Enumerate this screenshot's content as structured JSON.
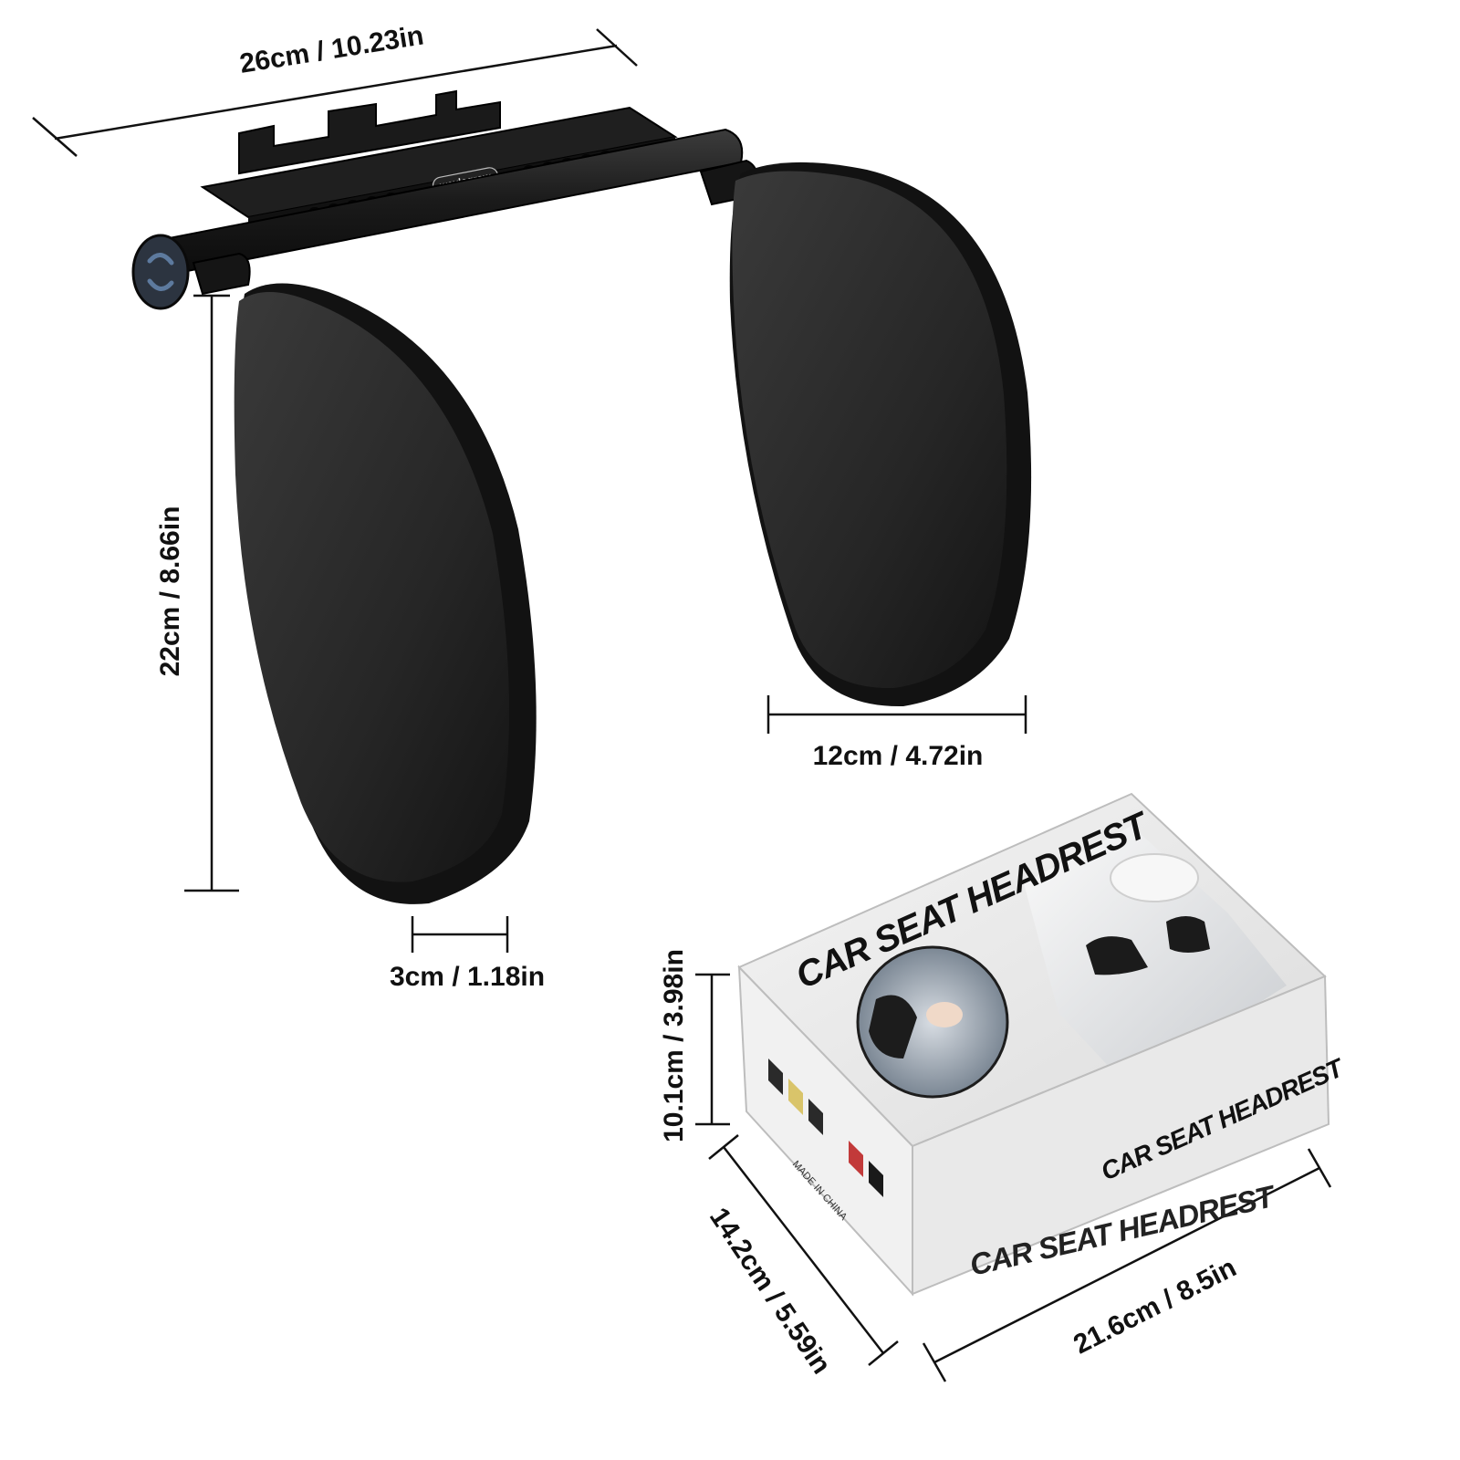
{
  "colors": {
    "product": "#2b2b2b",
    "product_dark": "#151515",
    "line": "#111111",
    "box_side": "#efefef",
    "box_front": "#e2e2e2"
  },
  "product": {
    "brand": "waylogrow"
  },
  "dimensions": {
    "width_top": "26cm / 10.23in",
    "height": "22cm / 8.66in",
    "pad_width": "12cm / 4.72in",
    "pad_thickness": "3cm / 1.18in",
    "box_height": "10.1cm / 3.98in",
    "box_depth": "14.2cm / 5.59in",
    "box_length": "21.6cm / 8.5in"
  },
  "box": {
    "title_top": "CAR SEAT HEADREST",
    "title_side": "CAR SEAT HEADREST",
    "title_front": "CAR SEAT HEADREST",
    "made_in": "MADE IN CHINA"
  }
}
